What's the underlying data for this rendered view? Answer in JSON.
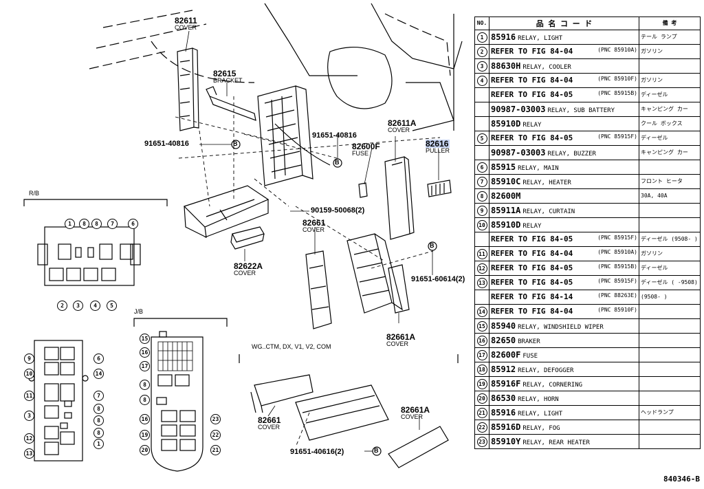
{
  "diagram": {
    "labels": {
      "p82611": {
        "num": "82611",
        "sub": "COVER"
      },
      "p82615": {
        "num": "82615",
        "sub": "BRACKET"
      },
      "p91651a": {
        "num": "91651-40816"
      },
      "p91651b": {
        "num": "91651-40816"
      },
      "p82611a": {
        "num": "82611A",
        "sub": "COVER"
      },
      "p82600f": {
        "num": "82600F",
        "sub": "FUSE"
      },
      "p82616": {
        "num": "82616",
        "sub": "PULLER"
      },
      "p90159": {
        "num": "90159-50068(2)"
      },
      "p82661": {
        "num": "82661",
        "sub": "COVER"
      },
      "p82622a": {
        "num": "82622A",
        "sub": "COVER"
      },
      "p91651c": {
        "num": "91651-60614(2)"
      },
      "p82661a": {
        "num": "82661A",
        "sub": "COVER"
      },
      "p82661b": {
        "num": "82661",
        "sub": "COVER"
      },
      "p82661ab": {
        "num": "82661A",
        "sub": "COVER"
      },
      "p91651d": {
        "num": "91651-40616(2)"
      },
      "bolt_mark": "B"
    },
    "rb_label": "R/B",
    "jb_label": "J/B",
    "grade_label": "WG..CTM, DX, V1, V2, COM",
    "rb_top": [
      "1",
      "8",
      "8",
      "7",
      "6"
    ],
    "rb_bottom": [
      "2",
      "3",
      "4",
      "5"
    ],
    "left_panel_left": [
      "9",
      "10",
      "11",
      "3",
      "12",
      "13"
    ],
    "left_panel_right": [
      "6",
      "14",
      "7",
      "8",
      "8",
      "8",
      "1"
    ],
    "jb_left": [
      "15",
      "16",
      "17",
      "8",
      "8",
      "16",
      "19",
      "20"
    ],
    "jb_right": [
      "23",
      "22",
      "21"
    ],
    "diagram_id": "840346-B"
  },
  "table": {
    "headers": {
      "no": "NO.",
      "name": "品 名 コ ー ド",
      "remark": "備 考"
    },
    "rows": [
      {
        "no": "1",
        "code": "85916",
        "desc": "RELAY, LIGHT",
        "pnc": "",
        "remark": "テール ランプ"
      },
      {
        "no": "2",
        "code": "REFER TO FIG 84-04",
        "desc": "",
        "pnc": "(PNC 85910A)",
        "remark": "ガソリン"
      },
      {
        "no": "3",
        "code": "88630H",
        "desc": "RELAY, COOLER",
        "pnc": "",
        "remark": ""
      },
      {
        "no": "4",
        "code": "REFER TO FIG 84-04",
        "desc": "",
        "pnc": "(PNC 85910F)",
        "remark": "ガソリン"
      },
      {
        "no": "",
        "code": "REFER TO FIG 84-05",
        "desc": "",
        "pnc": "(PNC 85915B)",
        "remark": "ディーゼル"
      },
      {
        "no": "",
        "code": "90987-03003",
        "desc": "RELAY, SUB BATTERY",
        "pnc": "",
        "remark": "キャンピング カー"
      },
      {
        "no": "",
        "code": "85910D",
        "desc": "RELAY",
        "pnc": "",
        "remark": "クール ボックス"
      },
      {
        "no": "5",
        "code": "REFER TO FIG 84-05",
        "desc": "",
        "pnc": "(PNC 85915F)",
        "remark": "ディーゼル"
      },
      {
        "no": "",
        "code": "90987-03003",
        "desc": "RELAY, BUZZER",
        "pnc": "",
        "remark": "キャンピング カー"
      },
      {
        "no": "6",
        "code": "85915",
        "desc": "RELAY, MAIN",
        "pnc": "",
        "remark": ""
      },
      {
        "no": "7",
        "code": "85910C",
        "desc": "RELAY, HEATER",
        "pnc": "",
        "remark": "フロント ヒータ"
      },
      {
        "no": "8",
        "code": "82600M",
        "desc": "",
        "pnc": "",
        "remark": "30A, 40A"
      },
      {
        "no": "9",
        "code": "85911A",
        "desc": "RELAY, CURTAIN",
        "pnc": "",
        "remark": ""
      },
      {
        "no": "10",
        "code": "85910D",
        "desc": "RELAY",
        "pnc": "",
        "remark": ""
      },
      {
        "no": "",
        "code": "REFER TO FIG 84-05",
        "desc": "",
        "pnc": "(PNC 85915F)",
        "remark": "ディーゼル (9508- )"
      },
      {
        "no": "11",
        "code": "REFER TO FIG 84-04",
        "desc": "",
        "pnc": "(PNC 85910A)",
        "remark": "ガソリン"
      },
      {
        "no": "12",
        "code": "REFER TO FIG 84-05",
        "desc": "",
        "pnc": "(PNC 85915B)",
        "remark": "ディーゼル"
      },
      {
        "no": "13",
        "code": "REFER TO FIG 84-05",
        "desc": "",
        "pnc": "(PNC 85915F)",
        "remark": "ディーゼル ( -9508)"
      },
      {
        "no": "",
        "code": "REFER TO FIG 84-14",
        "desc": "",
        "pnc": "(PNC 88263E)",
        "remark": "(9508- )"
      },
      {
        "no": "14",
        "code": "REFER TO FIG 84-04",
        "desc": "",
        "pnc": "(PNC 85910F)",
        "remark": ""
      },
      {
        "no": "15",
        "code": "85940",
        "desc": "RELAY, WINDSHIELD WIPER",
        "pnc": "",
        "remark": ""
      },
      {
        "no": "16",
        "code": "82650",
        "desc": "BRAKER",
        "pnc": "",
        "remark": ""
      },
      {
        "no": "17",
        "code": "82600F",
        "desc": "FUSE",
        "pnc": "",
        "remark": ""
      },
      {
        "no": "18",
        "code": "85912",
        "desc": "RELAY, DEFOGGER",
        "pnc": "",
        "remark": ""
      },
      {
        "no": "19",
        "code": "85916F",
        "desc": "RELAY, CORNERING",
        "pnc": "",
        "remark": ""
      },
      {
        "no": "20",
        "code": "86530",
        "desc": "RELAY, HORN",
        "pnc": "",
        "remark": ""
      },
      {
        "no": "21",
        "code": "85916",
        "desc": "RELAY, LIGHT",
        "pnc": "",
        "remark": "ヘッドランプ"
      },
      {
        "no": "22",
        "code": "85916D",
        "desc": "RELAY, FOG",
        "pnc": "",
        "remark": ""
      },
      {
        "no": "23",
        "code": "85910Y",
        "desc": "RELAY, REAR HEATER",
        "pnc": "",
        "remark": ""
      }
    ]
  }
}
